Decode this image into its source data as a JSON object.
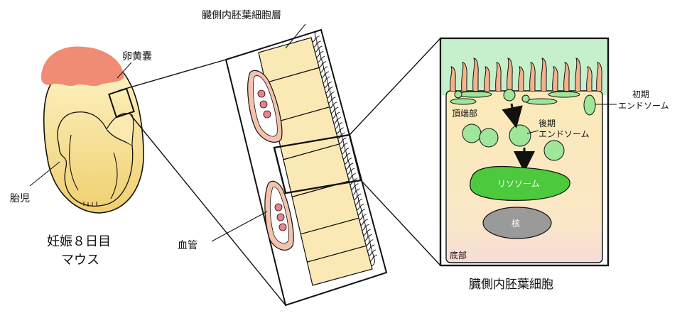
{
  "labels": {
    "yolk_sac": "卵黄嚢",
    "embryo": "胎児",
    "mouse_line1": "妊娠８日目",
    "mouse_line2": "マウス",
    "layer": "臓側内胚葉細胞層",
    "vessel": "血管",
    "apical": "頂端部",
    "basal": "底部",
    "early_endosome_1": "初期",
    "early_endosome_2": "エンドソーム",
    "late_endosome_1": "後期",
    "late_endosome_2": "エンドソーム",
    "lysosome": "リソソーム",
    "nucleus": "核",
    "cell_caption": "臓側内胚葉細胞"
  },
  "colors": {
    "yolk_sac_cap": "#f08c74",
    "yolk_body_top": "#fbe9a0",
    "yolk_body_bottom": "#e9c96c",
    "cell_fill": "#fbe9b5",
    "lumen_green": "#c6f0cc",
    "vesicle_green": "#9ee69a",
    "lysosome_green": "#4cc93c",
    "nucleus_gray": "#9a9a9a",
    "vessel_wall": "#f2b39c",
    "blood_cell": "#f08088",
    "basal_pink": "#f7e2d6"
  }
}
